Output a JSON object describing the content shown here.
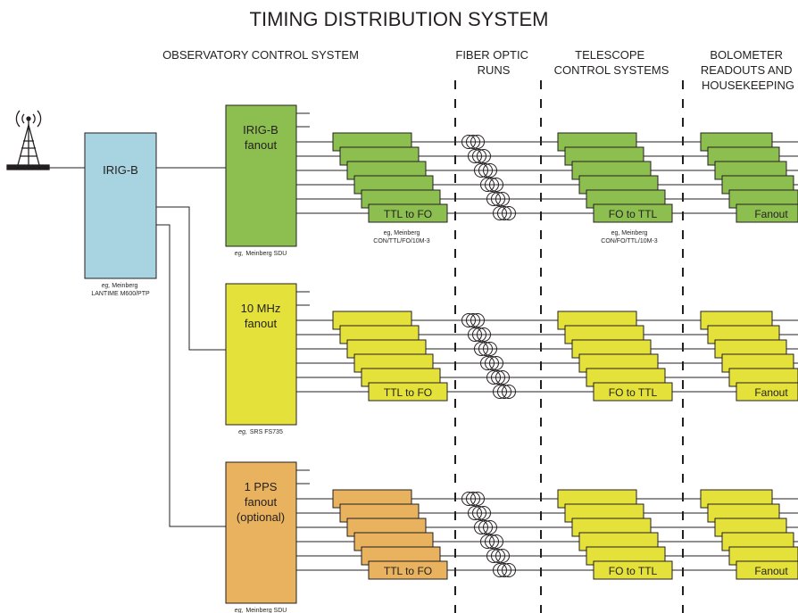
{
  "title": "TIMING DISTRIBUTION SYSTEM",
  "headers": {
    "ocs": "OBSERVATORY CONTROL SYSTEM",
    "fiber": [
      "FIBER OPTIC",
      "RUNS"
    ],
    "telescope": [
      "TELESCOPE",
      "CONTROL SYSTEMS"
    ],
    "bolometer": [
      "BOLOMETER",
      "READOUTS AND",
      "HOUSEKEEPING"
    ]
  },
  "source": {
    "label": "IRIG-B",
    "caption_eg": "eg,",
    "caption_lines": [
      "Meinberg",
      "LANTIME M600/PTP"
    ]
  },
  "rows": [
    {
      "fanout_lines": [
        "IRIG-B",
        "fanout"
      ],
      "fanout_caption_eg": "eg,",
      "fanout_caption": "Meinberg SDU",
      "converter_label": "TTL to FO",
      "converter_caption": [
        "eg, Meinberg",
        "CON/TTL/FO/10M-3"
      ],
      "receiver_label": "FO to TTL",
      "receiver_caption": [
        "eg, Meinberg",
        "CON/FO/TTL/10M-3"
      ],
      "end_label": "Fanout"
    },
    {
      "fanout_lines": [
        "10 MHz",
        "fanout"
      ],
      "fanout_caption_eg": "eg,",
      "fanout_caption": "SRS FS735",
      "converter_label": "TTL to FO",
      "converter_caption": [],
      "receiver_label": "FO to TTL",
      "receiver_caption": [],
      "end_label": "Fanout"
    },
    {
      "fanout_lines": [
        "1 PPS",
        "fanout",
        "(optional)"
      ],
      "fanout_caption_eg": "eg,",
      "fanout_caption": "Meinberg SDU",
      "converter_label": "TTL to FO",
      "converter_caption": [],
      "receiver_label": "FO to TTL",
      "receiver_caption": [],
      "end_label": "Fanout"
    }
  ],
  "colors": {
    "irig": "#a8d3e1",
    "green": "#8cbf4f",
    "yellow": "#e4e23a",
    "orange": "#e8b25e",
    "line": "#231f20"
  },
  "icons": {
    "antenna": "radio-antenna-icon"
  }
}
